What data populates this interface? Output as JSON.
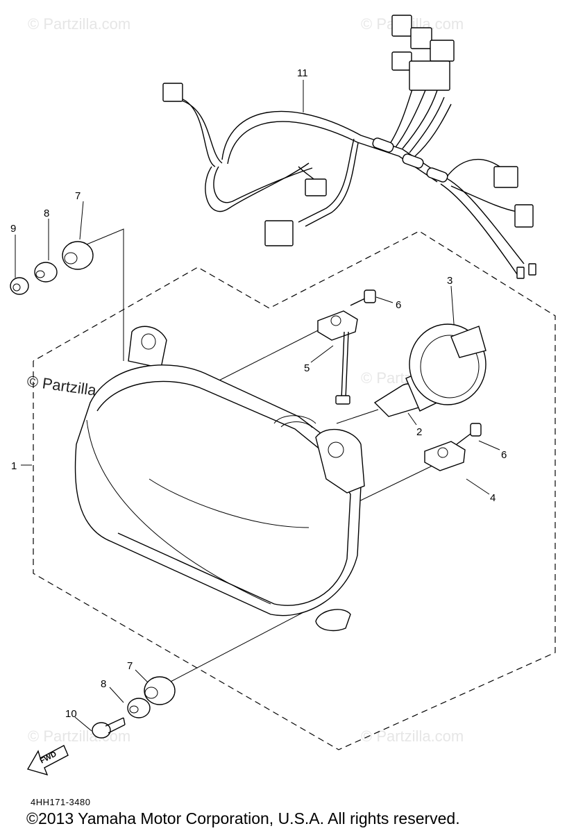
{
  "diagram": {
    "watermark_text": "© Partzilla.com",
    "diagram_code": "4HH171-3480",
    "copyright": "©2013  Yamaha Motor Corporation, U.S.A. All rights reserved.",
    "fwd_label": "FWD",
    "callouts": {
      "c1": "1",
      "c2": "2",
      "c3": "3",
      "c4": "4",
      "c5": "5",
      "c6a": "6",
      "c6b": "6",
      "c7a": "7",
      "c7b": "7",
      "c8a": "8",
      "c8b": "8",
      "c9": "9",
      "c10": "10",
      "c11": "11"
    }
  }
}
